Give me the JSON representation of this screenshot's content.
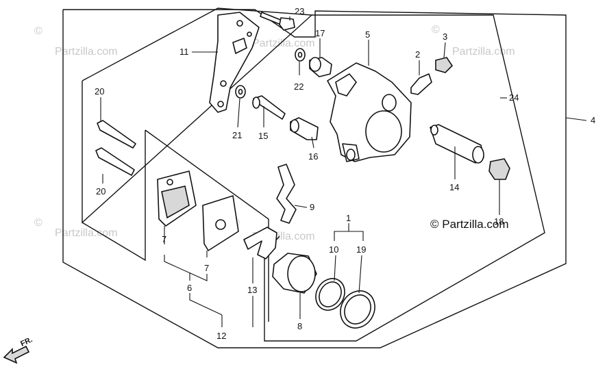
{
  "watermarks": {
    "brand": "Partzilla.com",
    "main": "© Partzilla.com",
    "copyright_symbol": "©"
  },
  "front_indicator": {
    "label": "FR.",
    "icon": "arrow-left-icon"
  },
  "callouts": {
    "p1": "1",
    "p2": "2",
    "p3": "3",
    "p4": "4",
    "p5": "5",
    "p6": "6",
    "p7a": "7",
    "p7b": "7",
    "p8": "8",
    "p9": "9",
    "p10": "10",
    "p11": "11",
    "p12": "12",
    "p13": "13",
    "p14": "14",
    "p15": "15",
    "p16": "16",
    "p17": "17",
    "p18": "18",
    "p19": "19",
    "p20a": "20",
    "p20b": "20",
    "p21": "21",
    "p22": "22",
    "p23": "23",
    "p24": "24"
  },
  "colors": {
    "line": "#111111",
    "watermark": "#c8c8c8",
    "background": "#ffffff"
  }
}
